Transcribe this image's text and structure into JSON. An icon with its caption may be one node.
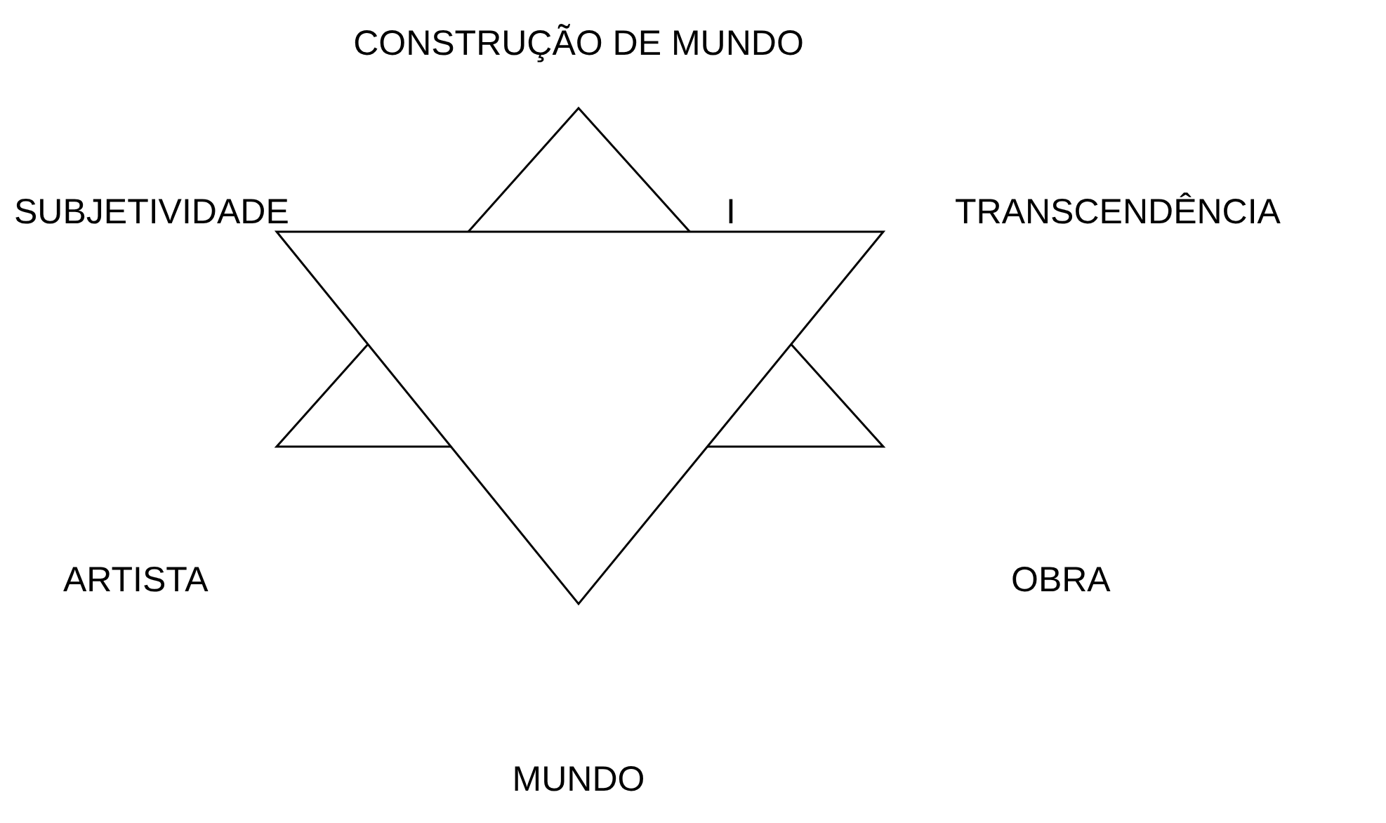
{
  "diagram": {
    "labels": [
      "CONSTRUÇÃO DE MUNDO",
      "SUBJETIVIDADE",
      "I",
      "TRANSCENDÊNCIA",
      "ARTISTA",
      "OBRA",
      "MUNDO"
    ]
  }
}
